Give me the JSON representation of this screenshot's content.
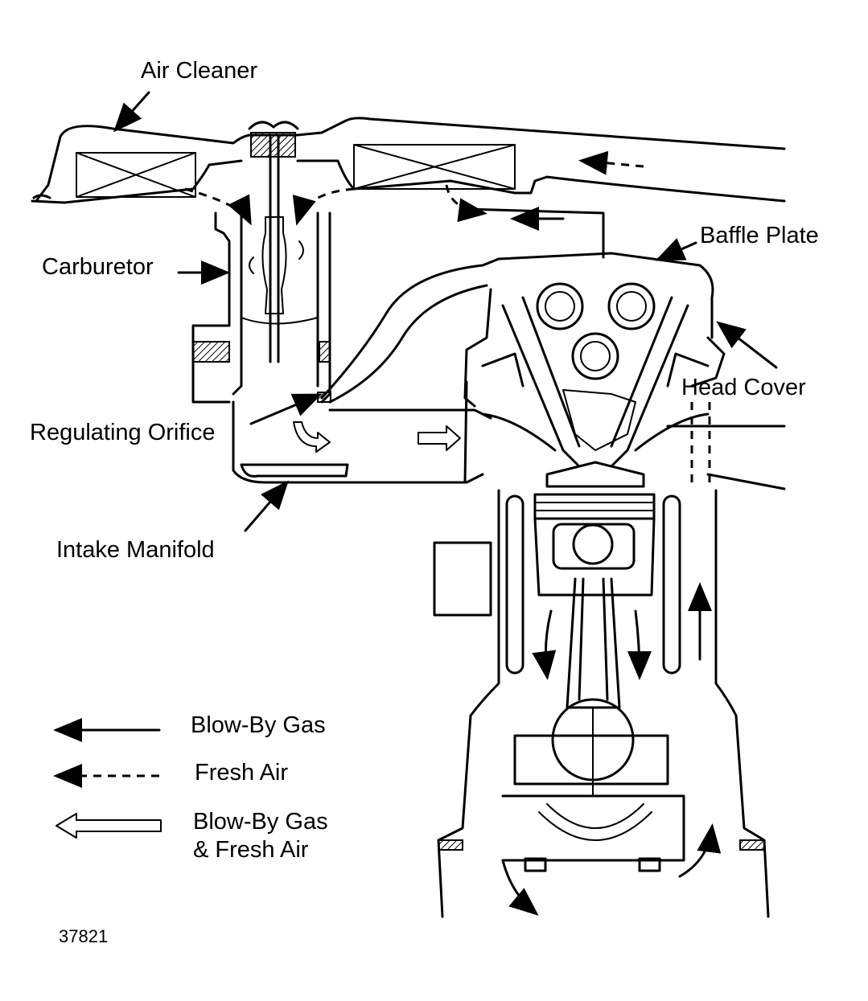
{
  "labels": {
    "air_cleaner": "Air Cleaner",
    "baffle_plate": "Baffle Plate",
    "carburetor": "Carburetor",
    "head_cover": "Head Cover",
    "regulating_orifice": "Regulating Orifice",
    "intake_manifold": "Intake Manifold"
  },
  "legend": {
    "blowby": "Blow-By Gas",
    "fresh_air": "Fresh Air",
    "mixed_line1": "Blow-By Gas",
    "mixed_line2": "& Fresh Air"
  },
  "figure_number": "37821"
}
